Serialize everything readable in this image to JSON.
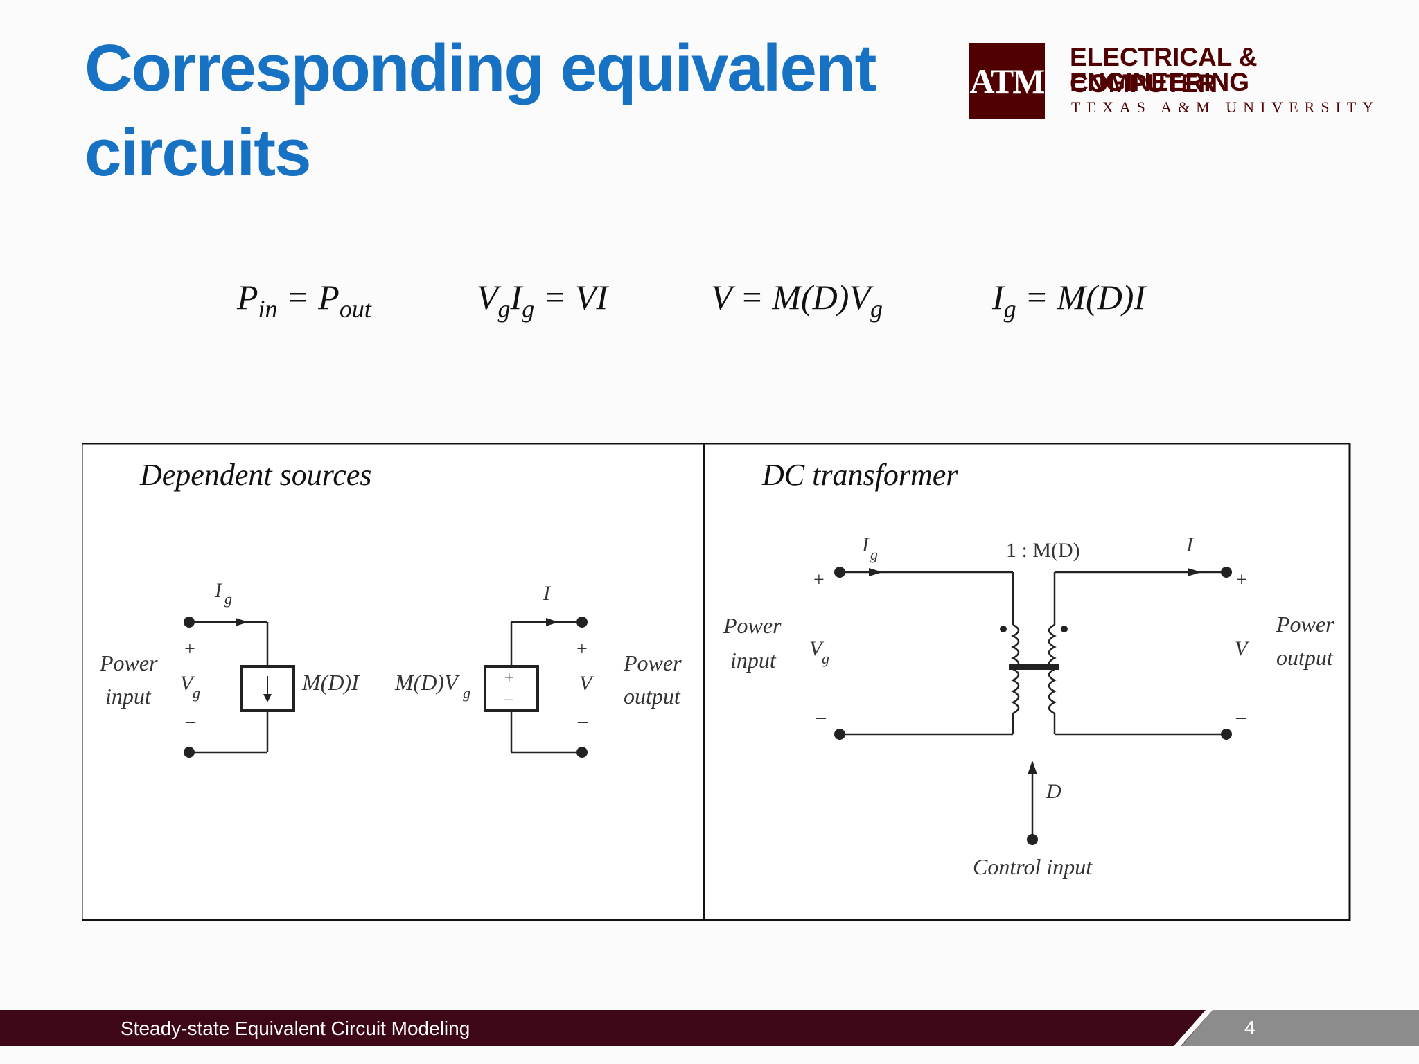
{
  "slide": {
    "title": "Corresponding equivalent circuits",
    "logo": {
      "monogram": "ATM",
      "line1": "ELECTRICAL & COMPUTER",
      "line2": "ENGINEERING",
      "line3": "TEXAS A&M UNIVERSITY"
    },
    "equations": [
      {
        "lhs": "P",
        "lhs_sub": "in",
        "rest": " = P",
        "rest_sub": "out"
      },
      {
        "text": "V_g I_g = VI"
      },
      {
        "text": "V = M(D)V_g"
      },
      {
        "text": "I_g = M(D)I"
      }
    ],
    "panels": {
      "left": {
        "title": "Dependent sources",
        "power_input": [
          "Power",
          "input"
        ],
        "power_output": [
          "Power",
          "output"
        ],
        "ig": "I",
        "ig_sub": "g",
        "i": "I",
        "vg": "V",
        "vg_sub": "g",
        "v": "V",
        "current_source": "M(D)I",
        "voltage_source": "M(D)V",
        "voltage_source_sub": "g",
        "plus": "+",
        "minus": "–"
      },
      "right": {
        "title": "DC transformer",
        "ratio": "1 : M(D)",
        "ig": "I",
        "ig_sub": "g",
        "i": "I",
        "vg": "V",
        "vg_sub": "g",
        "v": "V",
        "power_input": [
          "Power",
          "input"
        ],
        "power_output": [
          "Power",
          "output"
        ],
        "d": "D",
        "control_input": "Control input",
        "plus": "+",
        "minus": "–"
      }
    },
    "footer": {
      "text": "Steady-state Equivalent Circuit Modeling",
      "page": "4"
    }
  }
}
